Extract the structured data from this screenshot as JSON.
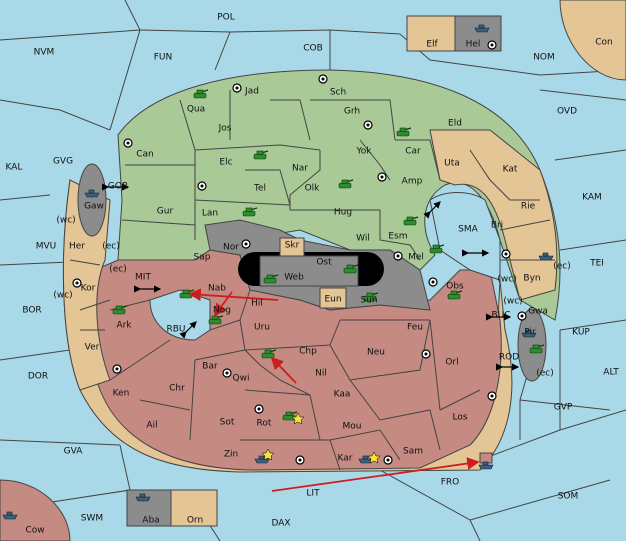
{
  "map": {
    "colors": {
      "sea": "#a9d9e8",
      "green": "#a9c997",
      "tan": "#e3c596",
      "red": "#c58a82",
      "gray": "#8c8c8c",
      "black": "#000000",
      "arrow": "#cc1e1e"
    },
    "sea_labels": {
      "pol": "POL",
      "nvm": "NVM",
      "fun": "FUN",
      "cob": "COB",
      "nom": "NOM",
      "ovd": "OVD",
      "kal": "KAL",
      "gvg": "GVG",
      "gor": "GOR",
      "mvu": "MVU",
      "wc1": "(wc)",
      "ec1": "(ec)",
      "kam": "KAM",
      "sma": "SMA",
      "tei": "TEI",
      "mit": "MIT",
      "ec2": "(ec)",
      "wc2": "(wc)",
      "bor": "BOR",
      "rbu": "RBU",
      "buc": "BUC",
      "kup": "KUP",
      "dor": "DOR",
      "rod": "ROD",
      "alt": "ALT",
      "gvp": "GVP",
      "gva": "GVA",
      "fro": "FRO",
      "lit": "LIT",
      "som": "SOM",
      "swm": "SWM",
      "dax": "DAX",
      "ec3": "(ec)",
      "wc3": "(wc)",
      "ec4": "(ec)",
      "wc4": "(wc)"
    },
    "land_labels": {
      "elf": "Elf",
      "hel": "Hel",
      "con": "Con",
      "jad": "Jad",
      "sch": "Sch",
      "qua": "Qua",
      "jos": "Jos",
      "grh": "Grh",
      "eld": "Eld",
      "can": "Can",
      "yok": "Yok",
      "car": "Car",
      "elc": "Elc",
      "nar": "Nar",
      "uta": "Uta",
      "kat": "Kat",
      "tel": "Tel",
      "olk": "Olk",
      "amp": "Amp",
      "gaw": "Gaw",
      "gur": "Gur",
      "lan": "Lan",
      "hug": "Hug",
      "rie": "Rie",
      "bri": "Bri",
      "esm": "Esm",
      "nor": "Nor",
      "skr": "Skr",
      "wil": "Wil",
      "her": "Her",
      "sap": "Sap",
      "ost": "Ost",
      "mel": "Mel",
      "web": "Web",
      "byn": "Byn",
      "kor": "Kor",
      "nab": "Nab",
      "obs": "Obs",
      "eun": "Eun",
      "sun": "Sun",
      "gwa": "Gwa",
      "hil": "Hil",
      "ark": "Ark",
      "nog": "Nog",
      "uru": "Uru",
      "feu": "Feu",
      "pir": "Pir",
      "ver": "Ver",
      "chp": "Chp",
      "neu": "Neu",
      "orl": "Orl",
      "bar": "Bar",
      "qwi": "Qwi",
      "nil": "Nil",
      "ken": "Ken",
      "chr": "Chr",
      "kaa": "Kaa",
      "los": "Los",
      "sot": "Sot",
      "rot": "Rot",
      "ail": "Ail",
      "mou": "Mou",
      "zin": "Zin",
      "sam": "Sam",
      "kar": "Kar",
      "aba": "Aba",
      "orn": "Orn",
      "cow": "Cow"
    }
  }
}
